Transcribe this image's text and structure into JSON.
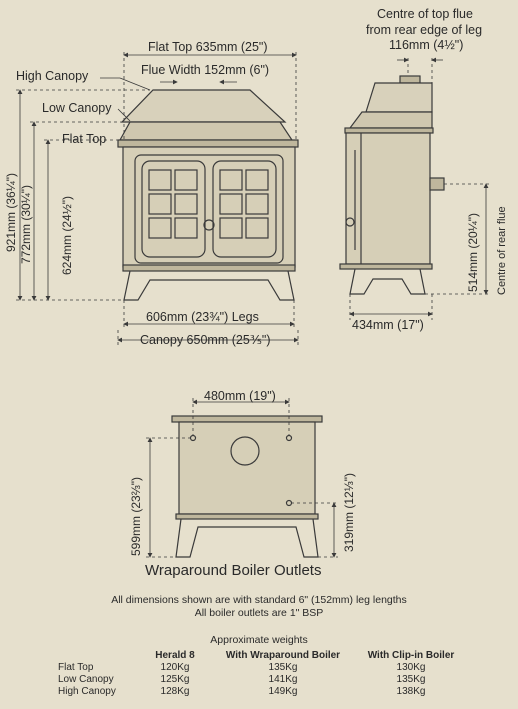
{
  "front_view": {
    "flat_top_width": "Flat Top 635mm (25\")",
    "flue_width": "Flue Width 152mm (6\")",
    "high_canopy": "High Canopy",
    "low_canopy": "Low Canopy",
    "flat_top": "Flat Top",
    "height_921": "921mm (36¼\")",
    "height_772": "772mm (30¼\")",
    "height_624": "624mm (24½\")",
    "legs_width": "606mm (23¾\") Legs",
    "canopy_width": "Canopy 650mm (25⅗\")"
  },
  "side_view": {
    "top_flue_title_1": "Centre of top flue",
    "top_flue_title_2": "from rear edge of leg",
    "top_flue_value": "116mm (4½\")",
    "rear_flue_height": "514mm (20¼\")",
    "rear_flue_label": "Centre of rear flue",
    "depth": "434mm (17\")"
  },
  "boiler_view": {
    "width": "480mm (19\")",
    "height": "599mm (23⅔\")",
    "outlet_height": "319mm (12⅓\")",
    "title": "Wraparound Boiler Outlets"
  },
  "notes": {
    "line1": "All dimensions shown are with standard 6\" (152mm) leg lengths",
    "line2": "All boiler outlets are 1\" BSP"
  },
  "weights": {
    "title": "Approximate weights",
    "headers": [
      "",
      "Herald 8",
      "With Wraparound Boiler",
      "With Clip-in Boiler"
    ],
    "rows": [
      {
        "label": "Flat Top",
        "herald": "120Kg",
        "wraparound": "135Kg",
        "clipin": "130Kg"
      },
      {
        "label": "Low Canopy",
        "herald": "125Kg",
        "wraparound": "141Kg",
        "clipin": "135Kg"
      },
      {
        "label": "High Canopy",
        "herald": "128Kg",
        "wraparound": "149Kg",
        "clipin": "138Kg"
      }
    ]
  },
  "colors": {
    "background": "#e6e0cd",
    "line": "#3a3a3a"
  }
}
